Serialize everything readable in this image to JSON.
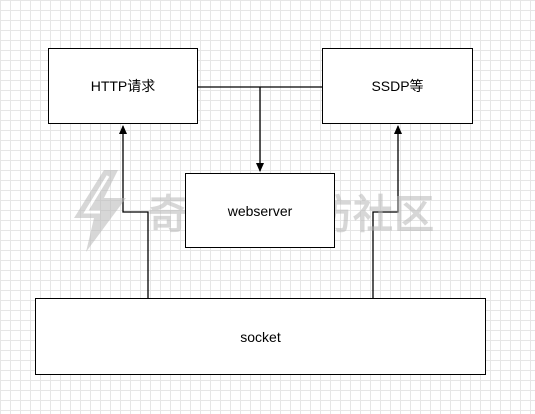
{
  "diagram": {
    "nodes": {
      "http": "HTTP请求",
      "ssdp": "SSDP等",
      "webserver": "webserver",
      "socket": "socket"
    },
    "edges": [
      {
        "from": "socket",
        "to": "http",
        "arrow": true
      },
      {
        "from": "socket",
        "to": "ssdp",
        "arrow": true
      },
      {
        "from": "http",
        "to": "webserver",
        "arrow": true
      },
      {
        "from": "ssdp",
        "to": "webserver",
        "arrow": true
      }
    ]
  },
  "watermark": {
    "text": "奇安信攻防社区",
    "icon": "qianxin-logo-icon"
  },
  "colors": {
    "stroke": "#000000",
    "grid": "#e6e6e6",
    "watermark": "#b8b8b8"
  }
}
